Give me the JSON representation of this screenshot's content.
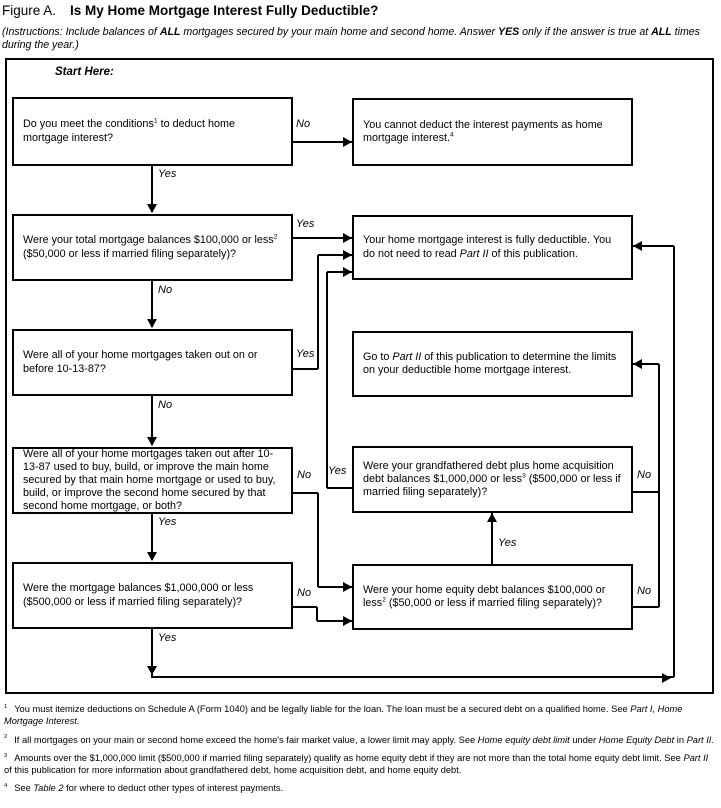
{
  "colors": {
    "ink": "#000000",
    "paper": "#ffffff"
  },
  "header": {
    "figure_label": "Figure A.",
    "title": "Is My Home Mortgage Interest Fully Deductible?",
    "instructions": [
      {
        "t": "(Instructions: Include balances of "
      },
      {
        "t": "ALL",
        "b": true
      },
      {
        "t": " mortgages secured by your main home and second home. Answer "
      },
      {
        "t": "YES",
        "b": true
      },
      {
        "t": " only if the answer is true at "
      },
      {
        "t": "ALL",
        "b": true
      },
      {
        "t": " times during the year.)"
      }
    ]
  },
  "flowchart": {
    "start_label": "Start Here:",
    "nodes": [
      {
        "id": "conditions",
        "text": [
          {
            "t": "Do you meet the conditions"
          },
          {
            "t": "1",
            "sup": true
          },
          {
            "t": " to deduct home mortgage interest?"
          }
        ]
      },
      {
        "id": "cannot-deduct",
        "text": [
          {
            "t": "You cannot deduct the interest payments as home mortgage interest."
          },
          {
            "t": "4",
            "sup": true
          }
        ]
      },
      {
        "id": "total-balances",
        "text": [
          {
            "t": "Were your total mortgage balances $100,000 or less"
          },
          {
            "t": "2",
            "sup": true
          },
          {
            "t": " ($50,000 or less if married filing separately)?"
          }
        ]
      },
      {
        "id": "fully-deductible",
        "text": [
          {
            "t": "Your home mortgage interest is fully deductible. You do not need to read "
          },
          {
            "t": "Part II",
            "i": true
          },
          {
            "t": " of this publication."
          }
        ]
      },
      {
        "id": "before-87",
        "text": [
          {
            "t": "Were all of your home mortgages taken out on or before 10-13-87?"
          }
        ]
      },
      {
        "id": "go-part2",
        "text": [
          {
            "t": "Go to "
          },
          {
            "t": "Part II",
            "i": true
          },
          {
            "t": " of this publication to determine the limits on your deductible home mortgage interest."
          }
        ]
      },
      {
        "id": "after-87",
        "text": [
          {
            "t": "Were all of your home mortgages taken out after 10-13-87 used to buy, build, or improve the main home secured by that main home mortgage or used to buy, build, or improve the second home secured by that second home mortgage, or both?"
          }
        ]
      },
      {
        "id": "grandfathered",
        "text": [
          {
            "t": "Were your grandfathered debt plus home acquisition debt balances $1,000,000 or less"
          },
          {
            "t": "3",
            "sup": true
          },
          {
            "t": " ($500,000 or less if married filing separately)?"
          }
        ]
      },
      {
        "id": "balances-1m",
        "text": [
          {
            "t": "Were the mortgage balances $1,000,000 or less ($500,000 or less if married filing separately)?"
          }
        ]
      },
      {
        "id": "home-equity",
        "text": [
          {
            "t": "Were your home equity debt balances $100,000 or less"
          },
          {
            "t": "2",
            "sup": true
          },
          {
            "t": " ($50,000 or less if married filing separately)?"
          }
        ]
      }
    ],
    "edges": [
      {
        "id": "conditions-no",
        "label": "No"
      },
      {
        "id": "conditions-yes",
        "label": "Yes"
      },
      {
        "id": "total-yes",
        "label": "Yes"
      },
      {
        "id": "total-no",
        "label": "No"
      },
      {
        "id": "before87-yes",
        "label": "Yes"
      },
      {
        "id": "before87-no",
        "label": "No"
      },
      {
        "id": "after87-no",
        "label": "No"
      },
      {
        "id": "after87-yes",
        "label": "Yes"
      },
      {
        "id": "balances-no",
        "label": "No"
      },
      {
        "id": "balances-yes",
        "label": "Yes"
      },
      {
        "id": "grandfathered-yes",
        "label": "Yes"
      },
      {
        "id": "grandfathered-no",
        "label": "No"
      },
      {
        "id": "homeequity-yes",
        "label": "Yes"
      },
      {
        "id": "homeequity-no",
        "label": "No"
      },
      {
        "id": "to-part2",
        "label": ""
      }
    ]
  },
  "footnotes": [
    {
      "num": "1",
      "text": [
        {
          "t": "You must itemize deductions on Schedule A (Form 1040) and be legally liable for the loan. The loan must be a secured debt on a qualified home. See "
        },
        {
          "t": "Part I, Home Mortgage Interest.",
          "i": true
        }
      ]
    },
    {
      "num": "2",
      "text": [
        {
          "t": "If all mortgages on your main or second home exceed the home's fair market value, a lower limit may apply. See "
        },
        {
          "t": "Home equity debt limit",
          "i": true
        },
        {
          "t": " under "
        },
        {
          "t": "Home Equity Debt",
          "i": true
        },
        {
          "t": " in "
        },
        {
          "t": "Part II.",
          "i": true
        }
      ]
    },
    {
      "num": "3",
      "text": [
        {
          "t": "Amounts over the $1,000,000 limit ($500,000 if married filing separately) qualify as home equity debt if they are not more than the total home equity debt limit. See "
        },
        {
          "t": "Part II",
          "i": true
        },
        {
          "t": " of this publication for more information about grandfathered debt, home acquisition debt, and home equity debt."
        }
      ]
    },
    {
      "num": "4",
      "text": [
        {
          "t": "See "
        },
        {
          "t": "Table 2",
          "i": true
        },
        {
          "t": " for where to deduct other types of interest payments."
        }
      ]
    }
  ]
}
